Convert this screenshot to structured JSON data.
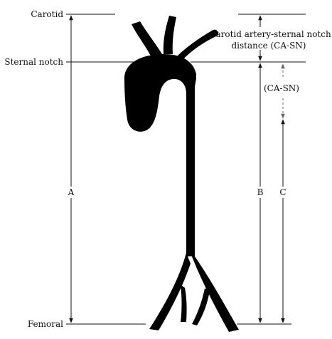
{
  "labels": {
    "carotid": "Carotid",
    "sternal_notch": "Sternal notch",
    "femoral": "Femoral",
    "ca_sn_line1": "Carotid artery-sternal notch",
    "ca_sn_line2": "distance (CA-SN)",
    "ca_sn_short": "(CA-SN)",
    "dim_a": "A",
    "dim_b": "B",
    "dim_c": "C"
  },
  "colors": {
    "aorta": "#000000",
    "line": "#111111",
    "dashed": "#666666"
  }
}
